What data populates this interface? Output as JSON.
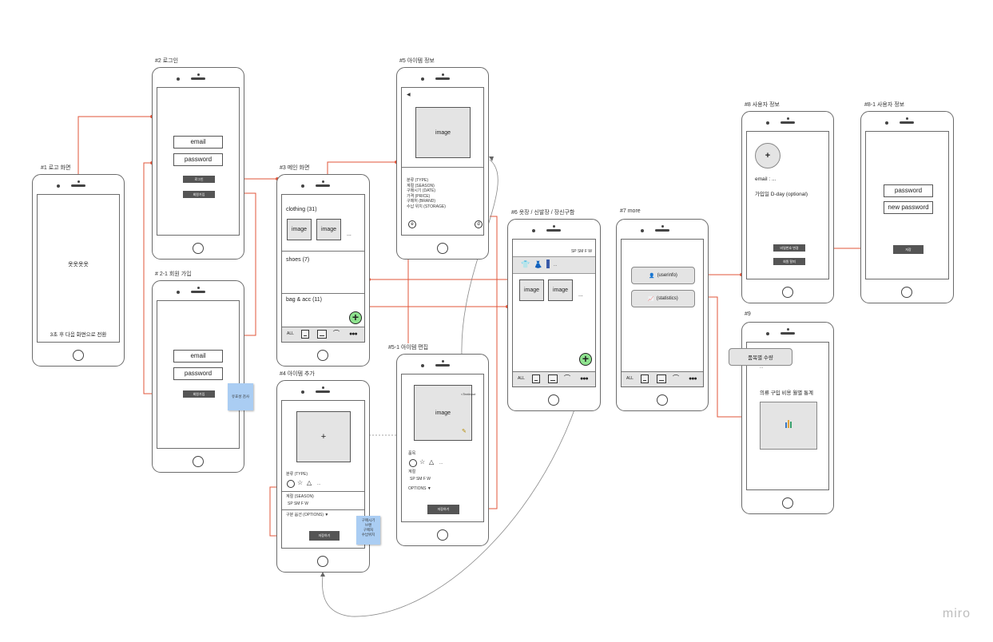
{
  "labels": {
    "s1": "#1 로고 화면",
    "s2": "#2 로그인",
    "s21": "# 2-1 회원 가입",
    "s3": "#3 메인 화면",
    "s4": "#4 아이템 추가",
    "s5": "#5 아이템 정보",
    "s51": "#5-1 아이템 편집",
    "s6": "#6 옷장 / 신발장 / 장신구함",
    "s7": "#7 more",
    "s8": "#8 사용자 정보",
    "s81": "#8-1 사용자 정보",
    "s9": "#9"
  },
  "screen1": {
    "logo": "옷옷옷옷",
    "caption": "3초 후 다음 화면으로 전환"
  },
  "screen2": {
    "email": "email",
    "password": "password",
    "login_btn": "로그인",
    "signup_btn": "회원가입"
  },
  "screen21": {
    "email": "email",
    "password": "password",
    "signup_btn": "회원가입",
    "sticky": "유효성 검사"
  },
  "screen3": {
    "clothing": "clothing (31)",
    "image": "image",
    "ellipsis": "...",
    "shoes": "shoes (7)",
    "bag": "bag & acc (11)",
    "tab_all": "ALL",
    "tab_more": "●●●"
  },
  "screen4": {
    "plus": "+",
    "type_label": "분류 (TYPE)",
    "ellipsis": "...",
    "season_label": "계절 (SEASON)",
    "seasons": "SP  SM  F  W",
    "options": "구분 옵션 (OPTIONS) ▼",
    "save": "저장하기",
    "sticky_lines": [
      "구매시기",
      "브랜",
      "구매처",
      "수납위치"
    ]
  },
  "screen5": {
    "back": "◀",
    "image": "image",
    "info_lines": [
      "분류 (TYPE)",
      "계절 (SEASON)",
      "구매시기 (DATE)",
      "가격 (PRICE)",
      "구매처 (BRAND)",
      "수납 위치 (STORAGE)"
    ],
    "edit": "e",
    "delete": "d"
  },
  "screen51": {
    "image": "image",
    "textinput": "<Textinput",
    "pencil": "✎",
    "category": "품목",
    "ellipsis": "...",
    "season": "계절",
    "seasons": "SP  SM  F  W",
    "options": "OPTIONS ▼",
    "save": "저장하기"
  },
  "screen6": {
    "seasons": "SP  SM  F  W",
    "ellipsis": "...",
    "image": "image",
    "tab_all": "ALL",
    "tab_more": "●●●"
  },
  "screen7": {
    "userinfo": "(userinfo)",
    "statistics": "(statistics)",
    "tab_all": "ALL",
    "tab_more": "●●●"
  },
  "screen8": {
    "plus": "+",
    "email": "email : ...",
    "dday": "가입일 D-day (optional)",
    "change_pw": "비밀번호 변경",
    "withdraw": "회원 탈퇴"
  },
  "screen81": {
    "password": "password",
    "new_password": "new password",
    "confirm": "저장"
  },
  "screen9": {
    "count": "품목별 수량",
    "ellipsis": "...",
    "stats_title": "의류 구입 비용 월별 통계"
  },
  "watermark": "miro",
  "colors": {
    "connector": "#e2553a",
    "curve": "#888888",
    "plus_button": "#8fe38f",
    "sticky": "#aacdf3"
  }
}
